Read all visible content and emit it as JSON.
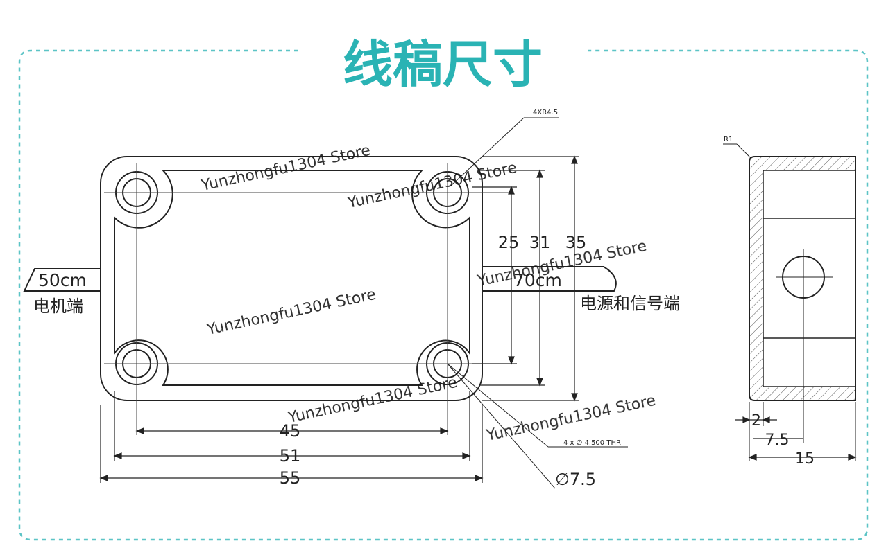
{
  "title": "线稿尺寸",
  "colors": {
    "accent": "#2ab3b4",
    "line": "#222222",
    "frame": "#5cc4c6",
    "watermark": "#1a1a1a"
  },
  "front_view": {
    "hole_callout_top": "4XR4.5",
    "hole_callout_bottom": "4 x ∅ 4.500 THR",
    "hole_diameter": "∅7.5",
    "dims_horizontal": [
      "45",
      "51",
      "55"
    ],
    "dims_vertical": [
      "25",
      "31",
      "35"
    ],
    "left_cable_length": "50cm",
    "left_cable_label": "电机端",
    "right_cable_length": "70cm",
    "right_cable_label": "电源和信号端"
  },
  "side_view": {
    "radius_label": "R1",
    "dims": [
      "2",
      "7.5",
      "15"
    ]
  },
  "watermark_text": "Yunzhongfu1304 Store"
}
